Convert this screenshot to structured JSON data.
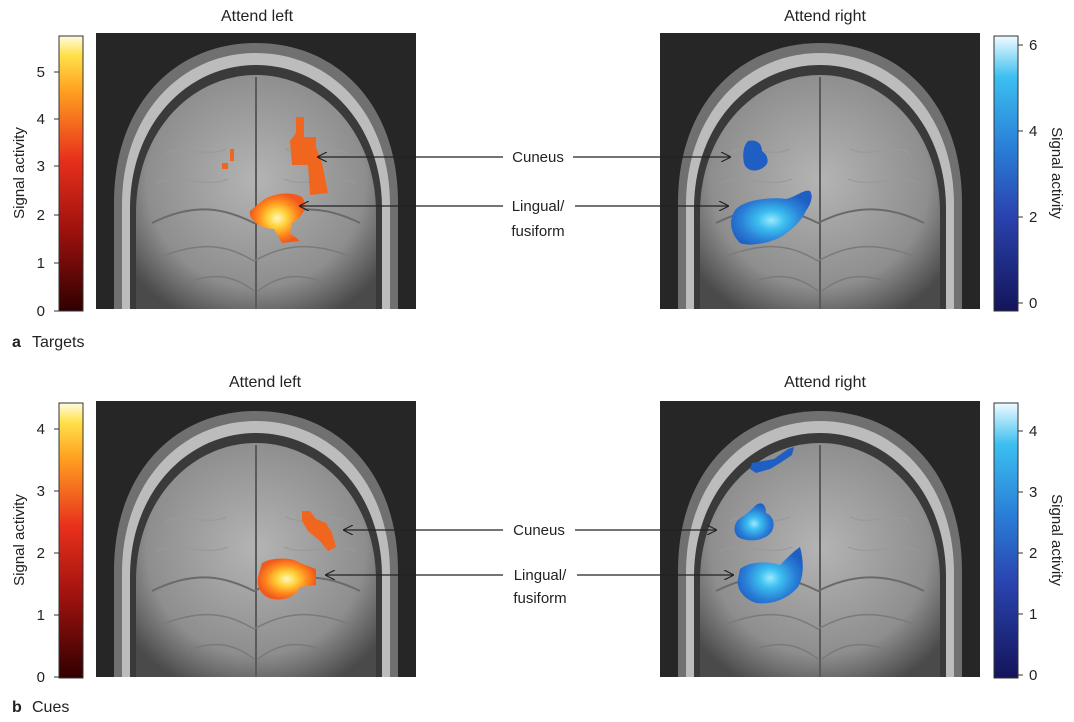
{
  "panels": [
    {
      "letter": "a",
      "caption": "Targets",
      "left_title": "Attend left",
      "right_title": "Attend right",
      "callouts": [
        "Cuneus",
        "Lingual/",
        "fusiform"
      ],
      "left_scale": {
        "axis_label": "Signal activity",
        "ticks": [
          "0",
          "1",
          "2",
          "3",
          "4",
          "5"
        ],
        "max": 5.8,
        "colormap": "hot",
        "position": "left"
      },
      "right_scale": {
        "axis_label": "Signal activity",
        "ticks": [
          "0",
          "2",
          "4",
          "6"
        ],
        "max": 6.2,
        "colormap": "blue",
        "position": "right"
      }
    },
    {
      "letter": "b",
      "caption": "Cues",
      "left_title": "Attend left",
      "right_title": "Attend right",
      "callouts": [
        "Cuneus",
        "Lingual/",
        "fusiform"
      ],
      "left_scale": {
        "axis_label": "Signal activity",
        "ticks": [
          "0",
          "1",
          "2",
          "3",
          "4"
        ],
        "max": 4.4,
        "colormap": "hot",
        "position": "left"
      },
      "right_scale": {
        "axis_label": "Signal activity",
        "ticks": [
          "0",
          "1",
          "2",
          "3",
          "4"
        ],
        "max": 4.5,
        "colormap": "blue",
        "position": "right"
      }
    }
  ],
  "colors": {
    "hot_low": "#300000",
    "hot_mid": "#e8301c",
    "hot_high": "#ffe14a",
    "hot_top": "#fffbe0",
    "blue_low": "#14145a",
    "blue_mid": "#2a60c0",
    "blue_high": "#3cbff0",
    "blue_top": "#f0fbff"
  },
  "icons": [
    "brain-scan-image",
    "arrow-icon"
  ]
}
